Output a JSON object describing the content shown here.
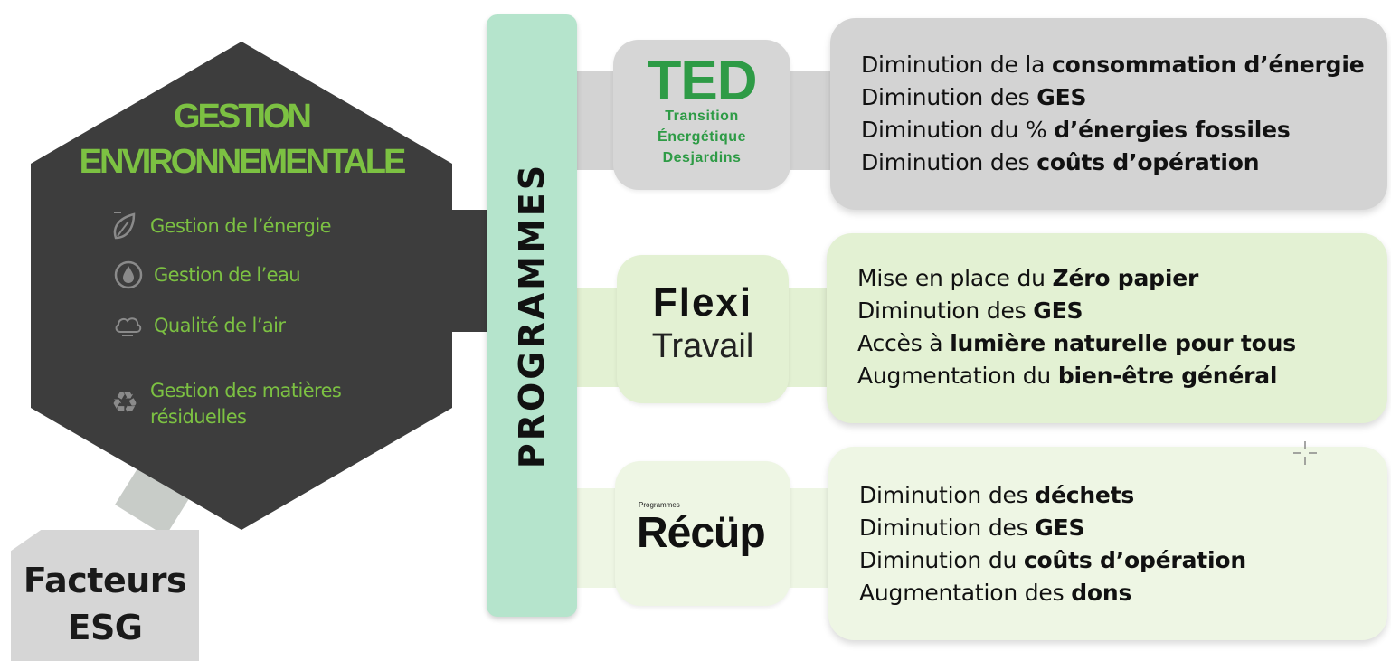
{
  "hexagon": {
    "title_line1": "GESTION",
    "title_line2": "ENVIRONNEMENTALE",
    "items": [
      {
        "label": "Gestion de l’énergie",
        "icon": "energy-leaf-icon"
      },
      {
        "label": "Gestion de l’eau",
        "icon": "water-drop-icon"
      },
      {
        "label": "Qualité de l’air",
        "icon": "air-cloud-icon"
      },
      {
        "label_line1": "Gestion des matières",
        "label_line2": "résiduelles",
        "icon": "recycle-icon"
      }
    ]
  },
  "esg": {
    "line1": "Facteurs",
    "line2": "ESG"
  },
  "programmes_label": "PROGRAMMES",
  "programs": [
    {
      "logo": {
        "title": "TED",
        "sub1": "Transition",
        "sub2": "Énergétique",
        "sub3": "Desjardins"
      },
      "benefits": [
        {
          "prefix": "Diminution de la ",
          "bold": "consommation d’énergie"
        },
        {
          "prefix": "Diminution des ",
          "bold": "GES"
        },
        {
          "prefix": "Diminution du % ",
          "bold": "d’énergies fossiles"
        },
        {
          "prefix": "Diminution des ",
          "bold": "coûts d’opération"
        }
      ]
    },
    {
      "logo": {
        "title": "Flexi",
        "sub": "Travail"
      },
      "benefits": [
        {
          "prefix": "Mise en place du ",
          "bold": "Zéro papier"
        },
        {
          "prefix": "Diminution des ",
          "bold": "GES"
        },
        {
          "prefix": "Accès à ",
          "bold": "lumière naturelle pour tous"
        },
        {
          "prefix": "Augmentation du ",
          "bold": "bien-être général"
        }
      ]
    },
    {
      "logo": {
        "small": "Programmes",
        "title": "Récüp"
      },
      "benefits": [
        {
          "prefix": "Diminution des ",
          "bold": "déchets"
        },
        {
          "prefix": "Diminution des ",
          "bold": "GES"
        },
        {
          "prefix": "Diminution du ",
          "bold": "coûts d’opération"
        },
        {
          "prefix": "Augmentation des ",
          "bold": "dons"
        }
      ]
    }
  ],
  "colors": {
    "hexagon": "#3d3d3d",
    "accent_green": "#7cc142",
    "ted_green": "#2e9b46",
    "programmes_bar": "#b5e4cc",
    "row1_gray": "#d3d3d3",
    "row2_green": "#e3f1d3",
    "row3_green": "#eef6e4"
  }
}
